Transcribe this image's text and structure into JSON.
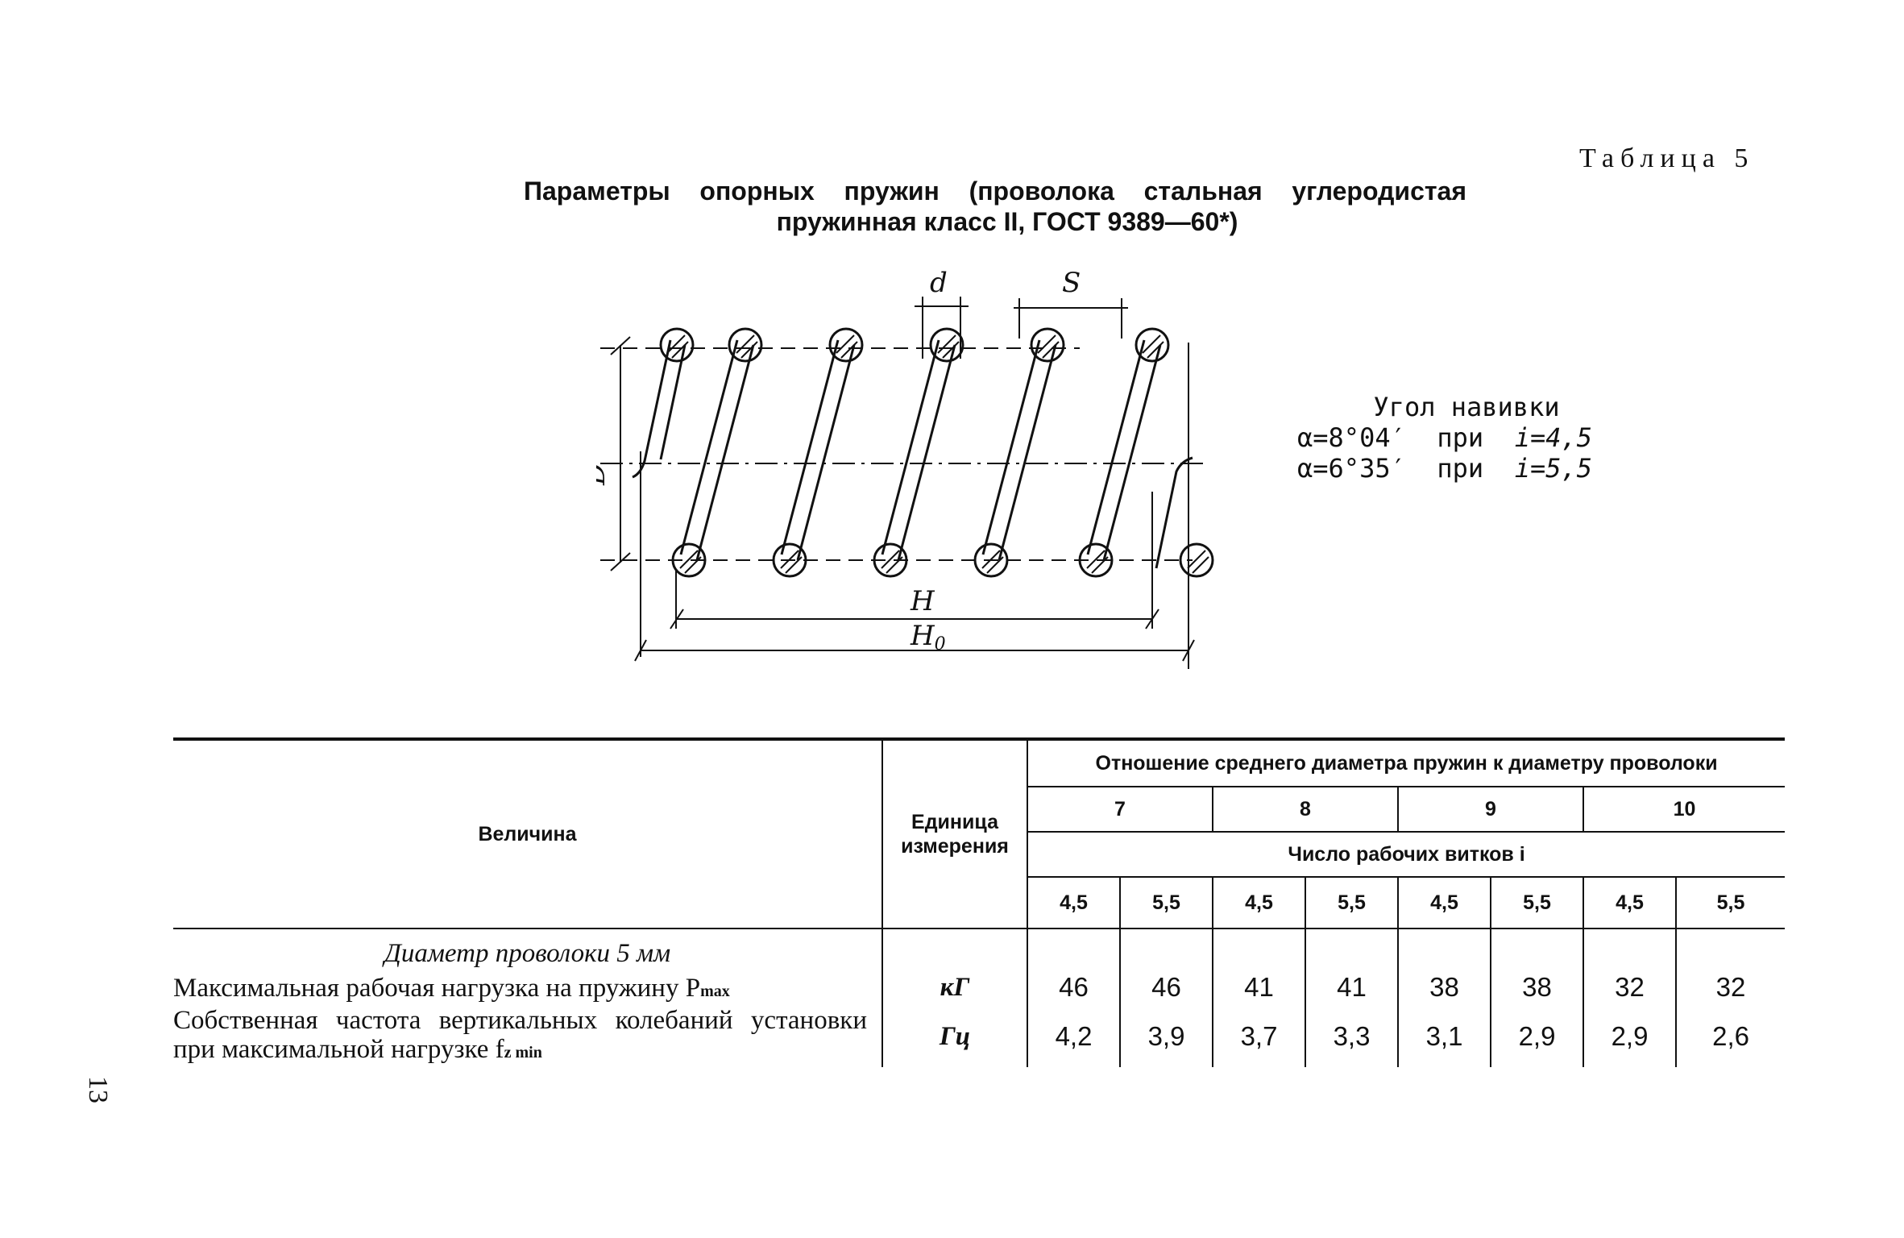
{
  "table_label": "Таблица 5",
  "title": {
    "line1": "Параметры опорных пружин (проволока стальная углеродистая",
    "line2": "пружинная класс II, ГОСТ 9389—60*)"
  },
  "diagram": {
    "labels": {
      "d": "d",
      "S": "S",
      "D": "D",
      "H": "H",
      "H0": "H",
      "H0_sub": "0"
    }
  },
  "angle_note": {
    "title": "Угол навивки",
    "rows": [
      {
        "alpha": "α=8°04′",
        "pri": "при",
        "i": "i=4,5"
      },
      {
        "alpha": "α=6°35′",
        "pri": "при",
        "i": "i=5,5"
      }
    ]
  },
  "table": {
    "col_quantity": "Величина",
    "col_unit": "Единица измерения",
    "ratio_header": "Отношение среднего диаметра пружин к диаметру проволоки",
    "ratios": [
      "7",
      "8",
      "9",
      "10"
    ],
    "turns_header": "Число рабочих витков i",
    "turns": [
      "4,5",
      "5,5",
      "4,5",
      "5,5",
      "4,5",
      "5,5",
      "4,5",
      "5,5"
    ],
    "section_title": "Диаметр проволоки 5 мм",
    "rows": [
      {
        "label": "Максимальная рабочая нагрузка на пружину P",
        "label_sub": "max",
        "unit": "кГ",
        "values": [
          "46",
          "46",
          "41",
          "41",
          "38",
          "38",
          "32",
          "32"
        ]
      },
      {
        "label": "Собственная частота вертикальных колебаний установки при максимальной нагрузке f",
        "label_sub": "z min",
        "unit": "Гц",
        "values": [
          "4,2",
          "3,9",
          "3,7",
          "3,3",
          "3,1",
          "2,9",
          "2,9",
          "2,6"
        ]
      }
    ]
  },
  "page_number": "13"
}
